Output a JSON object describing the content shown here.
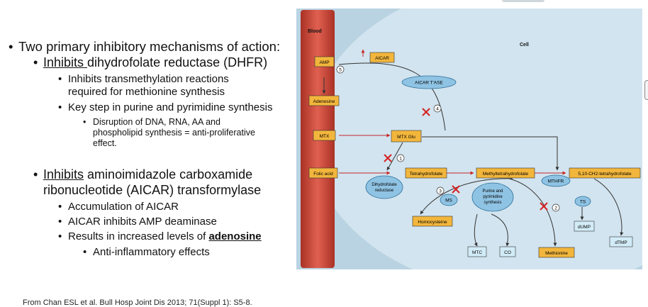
{
  "slide": {
    "b1": "Two primary inhibitory mechanisms of action:",
    "b2_u": "Inhibits ",
    "b2_rest": "dihydrofolate reductase (DHFR)",
    "b3_line1": "Inhibits transmethylation reactions",
    "b3_line2": "required for methionine synthesis",
    "b4": "Key step in purine and pyrimidine synthesis",
    "b5_line1": "Disruption of DNA, RNA, AA and",
    "b5_line2": "phospholipid synthesis = anti-proliferative",
    "b5_line3": "effect.",
    "b6_u": "Inhibits",
    "b6_rest": " aminoimidazole carboxamide",
    "b6_line2": "ribonucleotide (AICAR) transformylase",
    "b7": "Accumulation of AICAR",
    "b8": "AICAR inhibits AMP deaminase",
    "b9_pre": "Results in increased levels of ",
    "b9_bold": "adenosine",
    "b10": "Anti-inflammatory effects",
    "footer": "From Chan ESL et al. Bull Hosp Joint Dis 2013; 71(Suppl 1): S5-8."
  },
  "diagram": {
    "blood": "Blood",
    "cell": "Cell",
    "amp": "AMP",
    "aicar": "AICAR",
    "aicar_tase": "AICAR T'ASE",
    "adenosine": "Adenosine",
    "mtx": "MTX",
    "mtx_glu": "MTX Glu",
    "folic_acid": "Folic acid",
    "dhfr_l1": "Dihydrofolate",
    "dhfr_l2": "reductase",
    "thf": "Tetrahydrofolate",
    "mthf": "Methyltetrahydrofolate",
    "mthfr": "MTHFR",
    "methylene_thf": "5,10-CH2-tetrahydrofolate",
    "ms": "MS",
    "purine_l1": "Purine and",
    "purine_l2": "pyrimidine",
    "purine_l3": "synthesis",
    "ts": "TS",
    "homocysteine": "Homocysteine",
    "dump": "dUMP",
    "dtmp": "dTMP",
    "mtc": "MTC",
    "co": "CO",
    "methionine": "Methionine",
    "n1": "1",
    "n2": "2",
    "n3": "3",
    "n4": "4",
    "n5": "5"
  },
  "colors": {
    "blood_red": "#c0392b",
    "cell_blue": "#bfd7e6",
    "box_orange": "#f2b63c",
    "ellipse_blue": "#8fc3e3",
    "inhibit_red": "#d62020"
  }
}
